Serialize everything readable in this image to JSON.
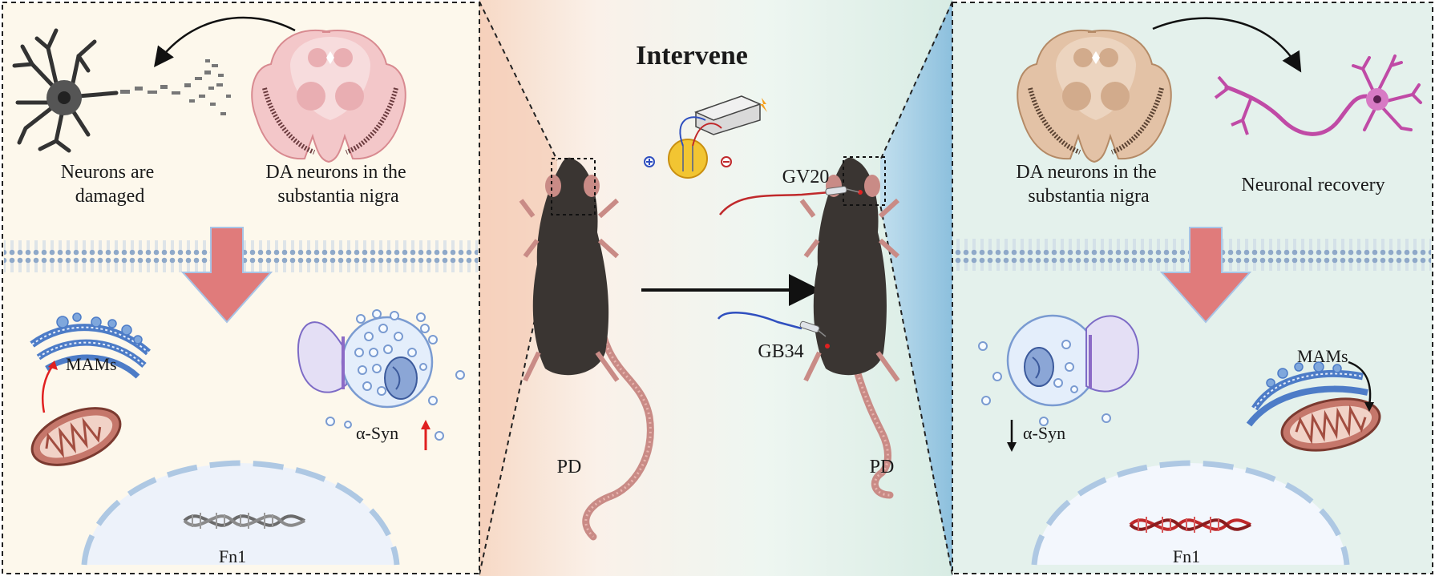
{
  "title": "Intervene",
  "left_panel": {
    "damaged_label": [
      "Neurons are",
      "damaged"
    ],
    "sn_label": [
      "DA neurons in the",
      "substantia nigra"
    ],
    "mams_label": "MAMs",
    "asyn_label": "α-Syn",
    "gene_label": "Fn1"
  },
  "center": {
    "left_mouse_label": "PD",
    "right_mouse_label": "PD",
    "acupoint_head": "GV20",
    "acupoint_leg": "GB34"
  },
  "right_panel": {
    "sn_label": [
      "DA neurons in the",
      "substantia nigra"
    ],
    "recovery_label": "Neuronal recovery",
    "mams_label": "MAMs",
    "asyn_label": "α-Syn",
    "gene_label": "Fn1"
  },
  "colors": {
    "left_bg": "#fdf8ec",
    "right_bg": "#e4f1ec",
    "down_arrow": "#e07b7b",
    "membrane": "#b9c9dd",
    "dna_left": "#6b6b6b",
    "dna_right": "#c0292b",
    "increase_arrow": "#e02020",
    "mouse_body": "#3a3532",
    "tail": "#c98b86"
  },
  "icons": [
    "neuron-damaged-icon",
    "brain-section-icon",
    "neuron-healthy-icon",
    "mitochondria-icon",
    "er-icon",
    "synapse-vesicle-icon",
    "dna-icon",
    "stimulator-device-icon",
    "mouse-icon",
    "electrode-needle-icon"
  ]
}
